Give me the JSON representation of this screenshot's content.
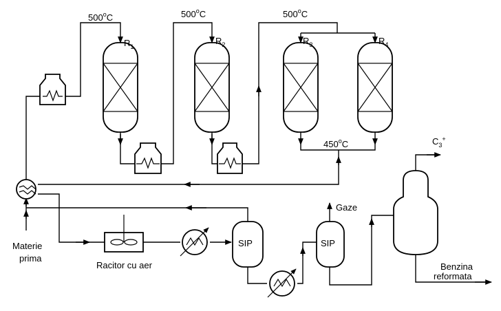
{
  "temperatures": {
    "t1": "500",
    "t2": "500",
    "t3": "500",
    "t4": "450",
    "deg": "o",
    "unit": "C"
  },
  "reactors": [
    {
      "letter": "R",
      "index": "1"
    },
    {
      "letter": "R",
      "index": "2"
    },
    {
      "letter": "R",
      "index": "3"
    },
    {
      "letter": "R",
      "index": "4"
    }
  ],
  "separators": {
    "sip1": "SIP",
    "sip2": "SIP"
  },
  "streams": {
    "gaze": "Gaze",
    "c3_letter": "C",
    "c3_sub": "3",
    "c3_sup": "+",
    "materie_line1": "Materie",
    "materie_line2": "prima",
    "benzina_line1": "Benzina",
    "benzina_line2": "reformata"
  },
  "equipment": {
    "racitor": "Racitor cu aer"
  }
}
